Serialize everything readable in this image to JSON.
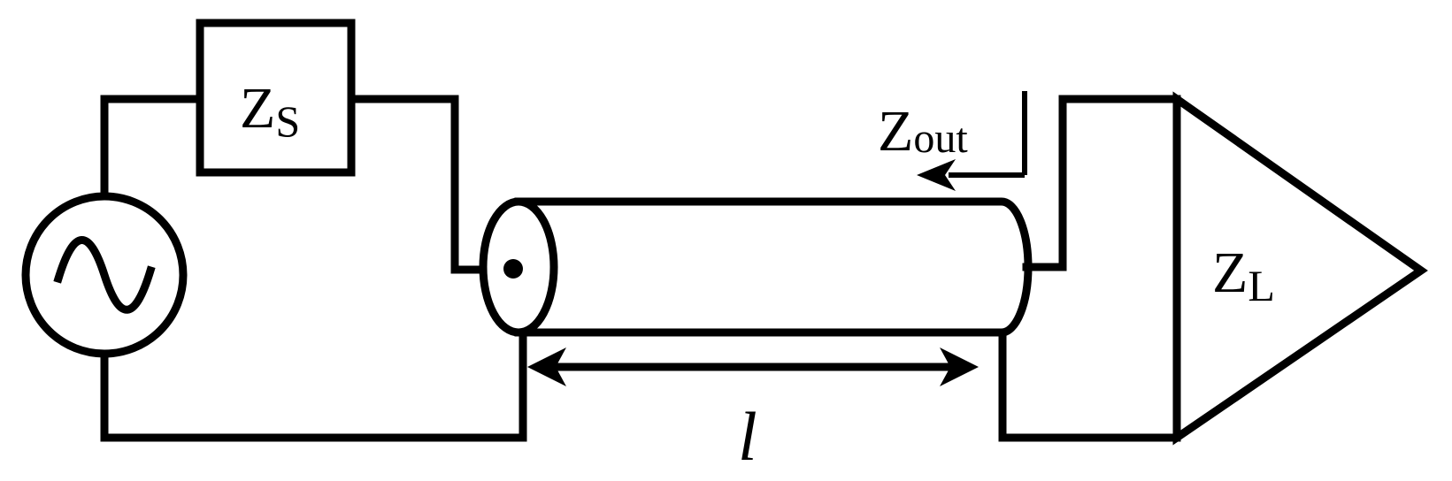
{
  "labels": {
    "source_impedance": {
      "main": "Z",
      "sub": "S"
    },
    "output_impedance": {
      "main": "Z",
      "sub": "out"
    },
    "load_impedance": {
      "main": "Z",
      "sub": "L"
    },
    "line_length": "l"
  },
  "colors": {
    "stroke": "#000000",
    "background": "#ffffff"
  },
  "icons": {
    "source": "ac-voltage-source-icon",
    "transmission_line": "coaxial-cable-icon",
    "load": "triangle-load-icon"
  }
}
